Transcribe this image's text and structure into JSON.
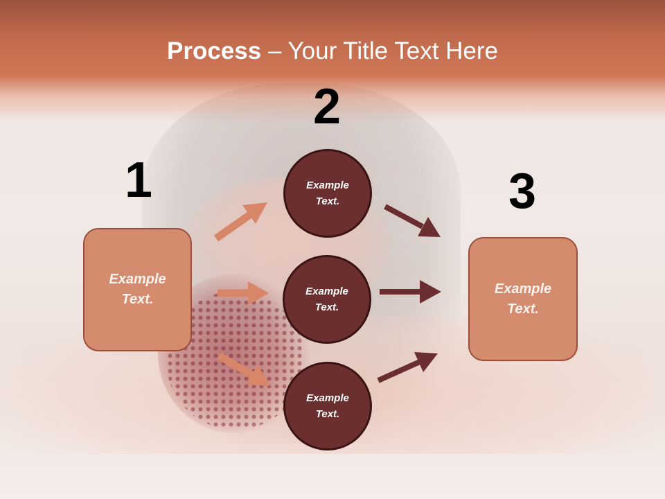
{
  "title": {
    "bold": "Process",
    "rest": " – Your Title Text Here"
  },
  "steps": [
    {
      "number": "1",
      "label": "Example\nText."
    },
    {
      "number": "2",
      "labels": [
        "Example\nText.",
        "Example\nText.",
        "Example\nText."
      ]
    },
    {
      "number": "3",
      "label": "Example\nText."
    }
  ],
  "colors": {
    "title_band": "#c06a4d",
    "box_fill": "#d58b6e",
    "circle_fill": "#6c2f30",
    "arrow_light": "#d88668",
    "arrow_dark": "#6a2e30"
  }
}
